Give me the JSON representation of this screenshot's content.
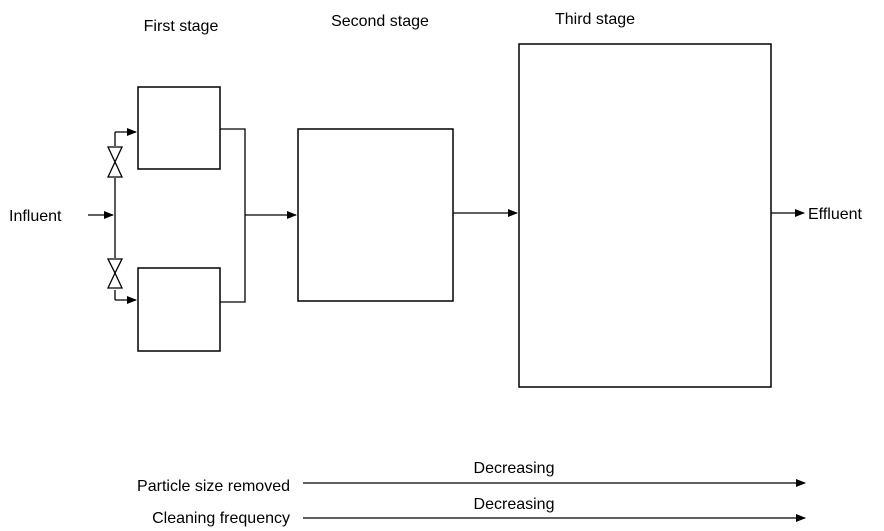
{
  "stages": {
    "first": "First stage",
    "second": "Second stage",
    "third": "Third stage"
  },
  "io": {
    "influent": "Influent",
    "effluent": "Effluent"
  },
  "trends": [
    {
      "label": "Particle size removed",
      "direction": "Decreasing"
    },
    {
      "label": "Cleaning frequency",
      "direction": "Decreasing"
    }
  ],
  "colors": {
    "line": "#000000",
    "background": "#ffffff"
  }
}
